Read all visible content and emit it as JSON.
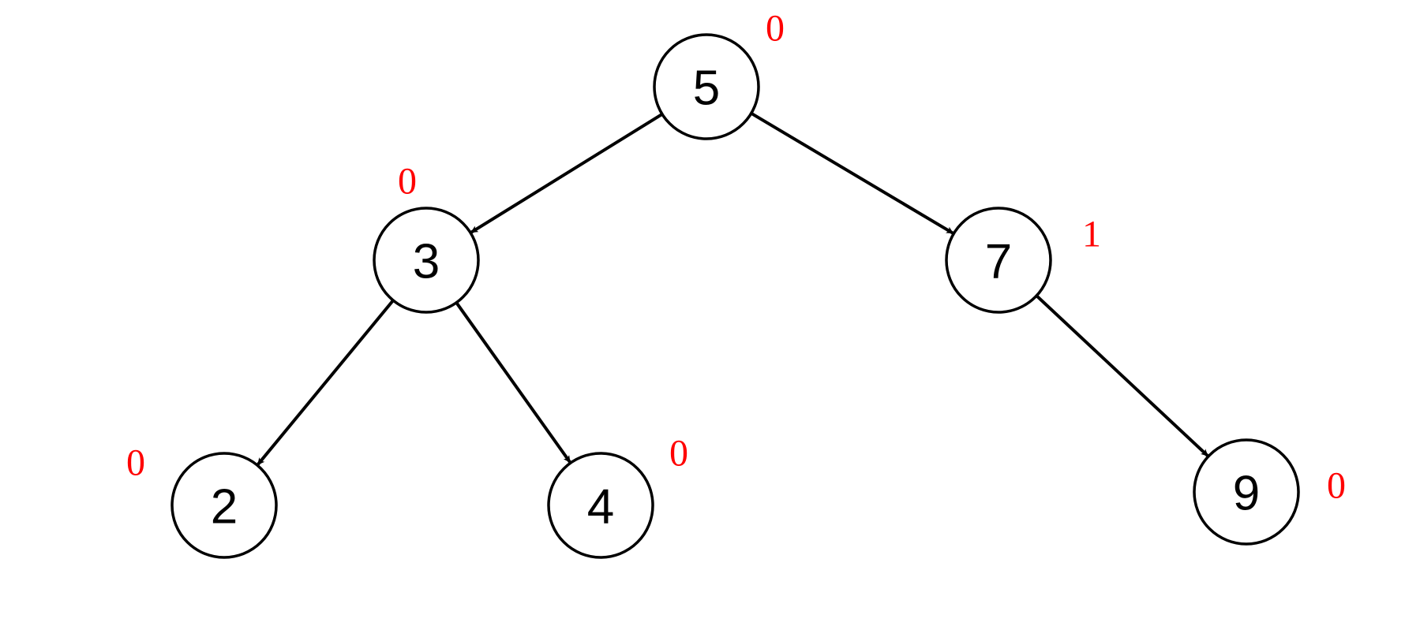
{
  "colors": {
    "node_stroke": "#000000",
    "edge": "#000000",
    "balance_factor": "#ff0000"
  },
  "nodes": [
    {
      "id": "n5",
      "label": "5",
      "balance_factor": "0"
    },
    {
      "id": "n3",
      "label": "3",
      "balance_factor": "0"
    },
    {
      "id": "n7",
      "label": "7",
      "balance_factor": "1"
    },
    {
      "id": "n2",
      "label": "2",
      "balance_factor": "0"
    },
    {
      "id": "n4",
      "label": "4",
      "balance_factor": "0"
    },
    {
      "id": "n9",
      "label": "9",
      "balance_factor": "0"
    }
  ],
  "edges": [
    {
      "from": "n5",
      "to": "n3"
    },
    {
      "from": "n5",
      "to": "n7"
    },
    {
      "from": "n3",
      "to": "n2"
    },
    {
      "from": "n3",
      "to": "n4"
    },
    {
      "from": "n7",
      "to": "n9"
    }
  ]
}
